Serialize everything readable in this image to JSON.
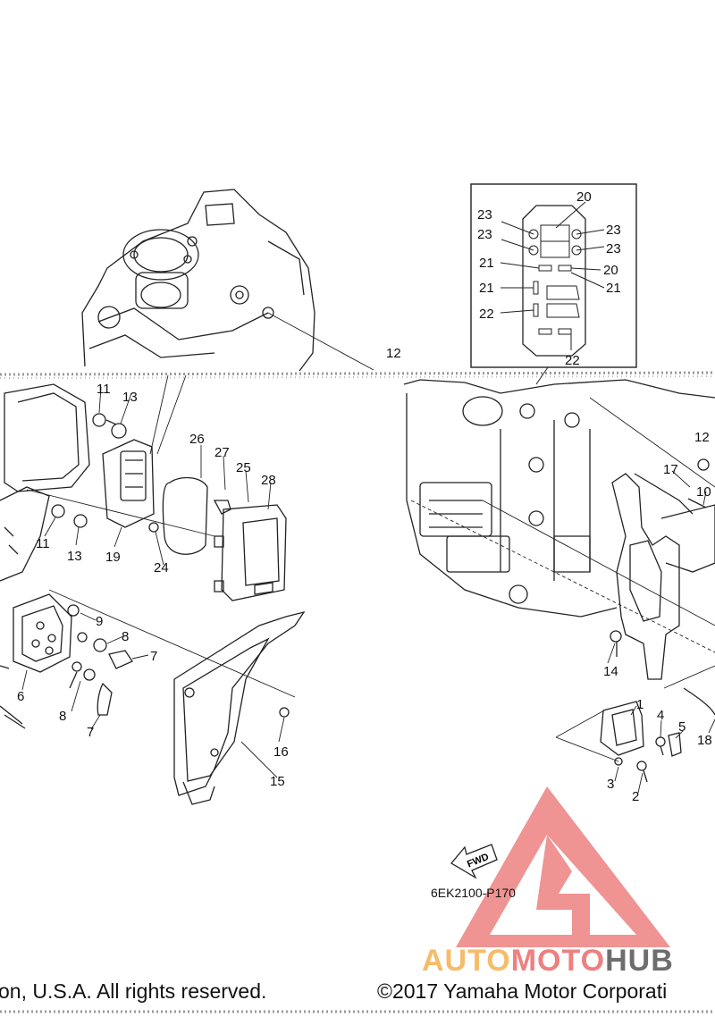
{
  "inset_labels": [
    "20",
    "23",
    "23",
    "23",
    "23",
    "21",
    "20",
    "21",
    "21",
    "22",
    "22"
  ],
  "callouts": {
    "c1": "1",
    "c2": "2",
    "c3": "3",
    "c4": "4",
    "c5": "5",
    "c6": "6",
    "c7a": "7",
    "c7b": "7",
    "c8a": "8",
    "c8b": "8",
    "c9": "9",
    "c10": "10",
    "c11a": "11",
    "c11b": "11",
    "c12a": "12",
    "c12b": "12",
    "c13a": "13",
    "c13b": "13",
    "c14": "14",
    "c15": "15",
    "c16": "16",
    "c17": "17",
    "c18": "18",
    "c19": "19",
    "c24": "24",
    "c25": "25",
    "c26": "26",
    "c27": "27",
    "c28": "28"
  },
  "fwd_label": "FWD",
  "part_code": "6EK2100-P170",
  "footer": {
    "left": "on, U.S.A. All rights reserved.",
    "right": "©2017 Yamaha Motor Corporati"
  },
  "watermark": {
    "part1": "AUTO",
    "part2": "MOTO",
    "part3": "HUB",
    "colors": {
      "red": "#e85a5a",
      "orange": "#f4b14f",
      "grey": "#555555"
    }
  }
}
